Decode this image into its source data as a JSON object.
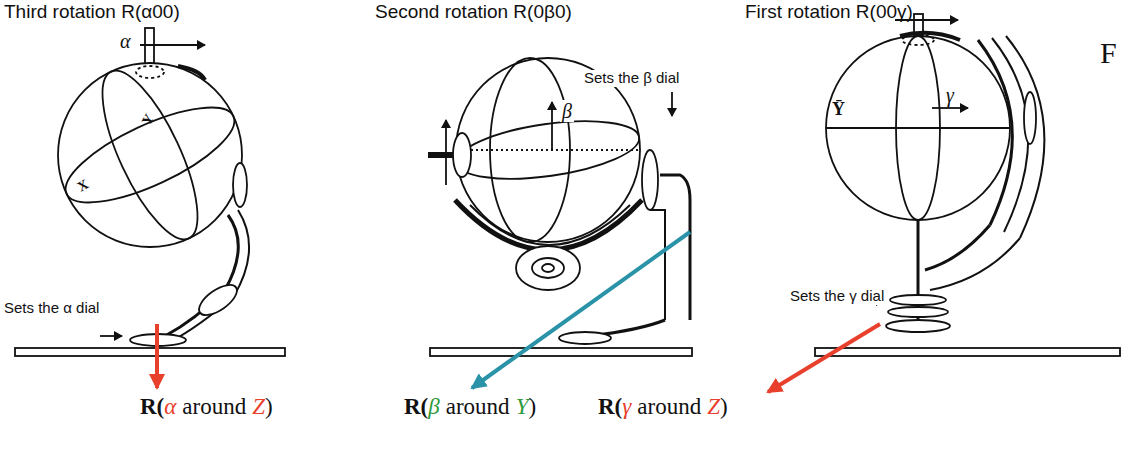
{
  "diagram": {
    "labels": [
      "Third rotation R(α00)",
      "Second rotation R(0β0)",
      "First rotation R(00γ)",
      "F",
      "α",
      "Y",
      "X",
      "Sets the α dial",
      "β",
      "Sets the β dial",
      "Ȳ",
      "γ",
      "Sets the γ dial",
      "R(",
      "α",
      "around",
      "Z",
      ")",
      "R(",
      "β",
      "around",
      "Y",
      ")",
      "R(",
      "γ",
      "around",
      "Z",
      ")"
    ]
  }
}
